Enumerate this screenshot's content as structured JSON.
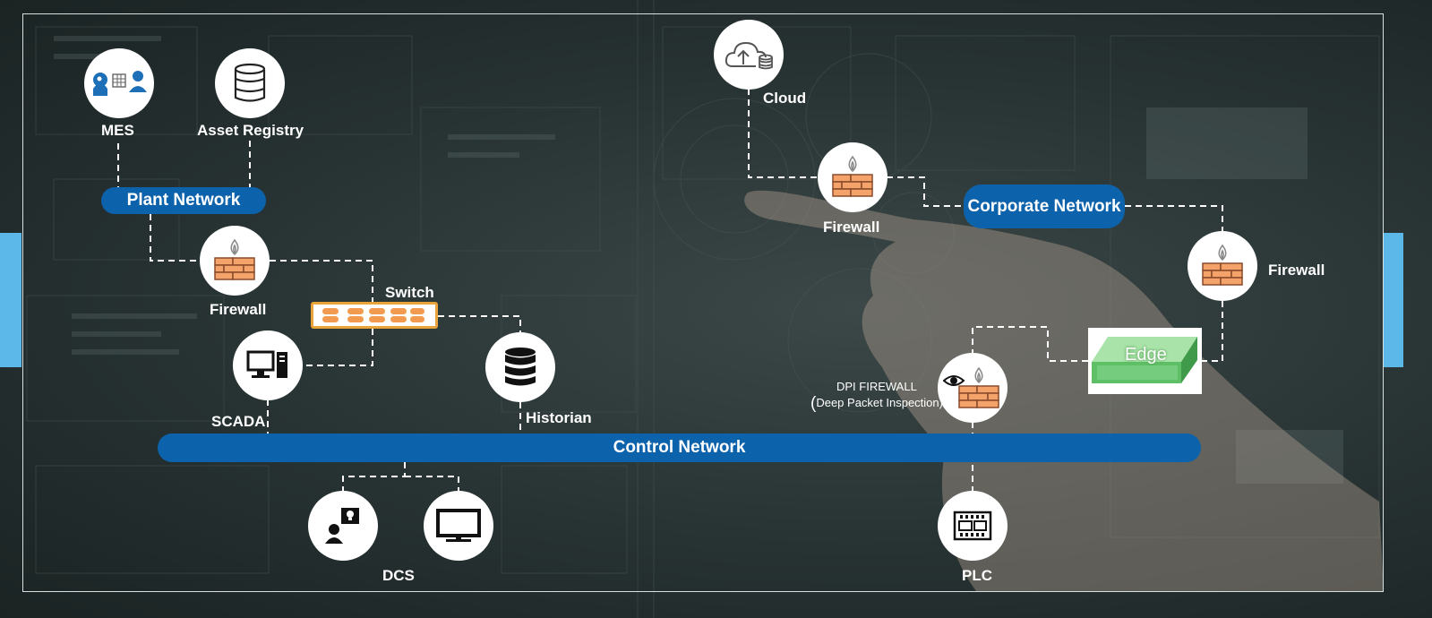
{
  "colors": {
    "network_pill": "#0d62ac",
    "firewall_brick": "#f4a46a",
    "switch_border": "#e8a43a",
    "side_tab": "#5bb8e8",
    "link_line": "#ffffff"
  },
  "networks": {
    "plant": "Plant Network",
    "corporate": "Corporate Network",
    "control": "Control Network"
  },
  "nodes": {
    "mes": {
      "label": "MES",
      "icon": "mes-icon"
    },
    "asset_registry": {
      "label": "Asset Registry",
      "icon": "database-outline-icon"
    },
    "cloud": {
      "label": "Cloud",
      "icon": "cloud-upload-icon"
    },
    "firewall_plant": {
      "label": "Firewall",
      "icon": "firewall-icon"
    },
    "firewall_corp": {
      "label": "Firewall",
      "icon": "firewall-icon"
    },
    "firewall_edge": {
      "label": "Firewall",
      "icon": "firewall-icon"
    },
    "switch": {
      "label": "Switch",
      "icon": "switch-icon"
    },
    "scada": {
      "label": "SCADA",
      "icon": "desktop-computer-icon"
    },
    "historian": {
      "label": "Historian",
      "icon": "database-solid-icon"
    },
    "edge": {
      "label": "Edge",
      "icon": "edge-device-icon"
    },
    "dpi_firewall": {
      "title": "DPI FIREWALL",
      "paren": "(",
      "subtitle": "Deep Packet Inspection)",
      "icon": "dpi-firewall-icon"
    },
    "dcs": {
      "label": "DCS",
      "icons": [
        "operator-icon",
        "monitor-icon"
      ]
    },
    "plc": {
      "label": "PLC",
      "icon": "plc-icon"
    }
  }
}
